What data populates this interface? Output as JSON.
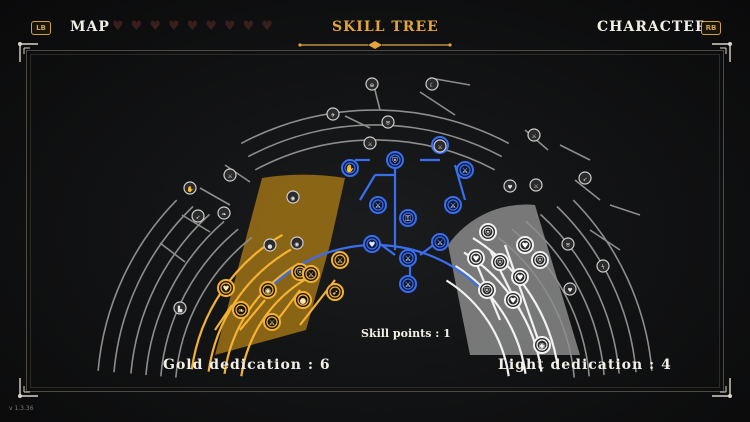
{
  "header": {
    "left_button_glyph": "LB",
    "left_tab_label": "MAP",
    "active_tab_label": "SKILL TREE",
    "right_tab_label": "CHARACTER",
    "right_button_glyph": "RB",
    "hearts": [
      "♥",
      "♥",
      "♥",
      "♥",
      "♥",
      "♥",
      "♥",
      "♥",
      "♥"
    ]
  },
  "skill_points_text": "Skill points : 1",
  "gold_dedication_text": "Gold dedication : 6",
  "light_dedication_text": "Light dedication : 4",
  "version_text": "v 1.3.36",
  "colors": {
    "gold": "#e8a42a",
    "gold_fill": "#a77a1f",
    "blue": "#2f5fd6",
    "light_fill": "#9a9a9a",
    "grey_line": "#8d8d8d",
    "accent_tab": "#e3a23c"
  },
  "skill_nodes": {
    "gold": [
      "heart-icon",
      "leaf-icon",
      "eye-icon",
      "sword-icon",
      "shield-icon",
      "drop-icon",
      "sword-icon",
      "arrow-icon",
      "sword-icon",
      "eye-icon",
      "drop-icon",
      "boot-icon"
    ],
    "blue": [
      "heart-icon",
      "sword-icon",
      "lock-icon",
      "sword-icon",
      "sword-icon",
      "sword-icon",
      "sword-icon",
      "shield-icon",
      "sword-icon",
      "sword-icon",
      "hand-icon"
    ],
    "light": [
      "heart-icon",
      "shield-icon",
      "heart-icon",
      "shield-icon",
      "heart-icon",
      "shield-icon",
      "heart-icon",
      "shield-icon",
      "eye-icon"
    ],
    "locked": [
      "crosshair-icon",
      "moon-icon",
      "shield-icon",
      "bird-icon",
      "sword-icon",
      "sword-icon",
      "hand-icon",
      "leaf-icon",
      "eye-icon",
      "sword-icon",
      "arrow-icon",
      "heart-icon",
      "sword-icon",
      "shield-icon",
      "heart-icon",
      "bolt-icon",
      "arrow-icon",
      "sword-icon"
    ]
  }
}
